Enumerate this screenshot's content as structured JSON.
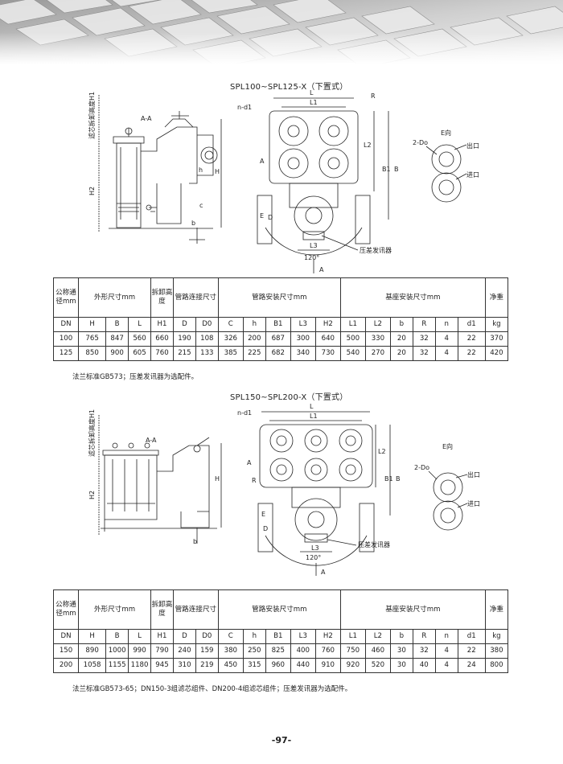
{
  "sections": [
    {
      "title": "SPL100~SPL125-X（下置式）",
      "labels": {
        "filter_height": "滤芯拆卸高度H1",
        "section": "A-A",
        "nd1": "n-d1",
        "L": "L",
        "L1": "L1",
        "L2": "L2",
        "L3": "L3",
        "R": "R",
        "B": "B",
        "B1": "B1",
        "H": "H",
        "H2": "H2",
        "h": "h",
        "c": "c",
        "b": "b",
        "D": "D",
        "E": "E",
        "A": "A",
        "angle": "120°",
        "sensor": "压差发讯器",
        "e_view": "E向",
        "two_do": "2-Do",
        "outlet": "出口",
        "inlet": "进口"
      },
      "table": {
        "group_headers": [
          "公称通径mm",
          "外形尺寸mm",
          "拆卸高度",
          "管路连接尺寸",
          "管路安装尺寸mm",
          "基座安装尺寸mm",
          "净重"
        ],
        "units": [
          "DN",
          "H",
          "B",
          "L",
          "H1",
          "D",
          "D0",
          "C",
          "h",
          "B1",
          "L3",
          "H2",
          "L1",
          "L2",
          "b",
          "R",
          "n",
          "d1",
          "kg"
        ],
        "rows": [
          [
            "100",
            "765",
            "847",
            "560",
            "660",
            "190",
            "108",
            "326",
            "200",
            "687",
            "300",
            "640",
            "500",
            "330",
            "20",
            "32",
            "4",
            "22",
            "370"
          ],
          [
            "125",
            "850",
            "900",
            "605",
            "760",
            "215",
            "133",
            "385",
            "225",
            "682",
            "340",
            "730",
            "540",
            "270",
            "20",
            "32",
            "4",
            "22",
            "420"
          ]
        ]
      },
      "note": "法兰标准GB573；压差发讯器为选配件。"
    },
    {
      "title": "SPL150~SPL200-X（下置式）",
      "labels": {
        "filter_height": "滤芯拆卸高度H1",
        "section": "A-A",
        "nd1": "n-d1",
        "L": "L",
        "L1": "L1",
        "L2": "L2",
        "L3": "L3",
        "R": "R",
        "B": "B",
        "B1": "B1",
        "H": "H",
        "H2": "H2",
        "b": "b",
        "D": "D",
        "E": "E",
        "A": "A",
        "angle": "120°",
        "sensor": "压差发讯器",
        "e_view": "E向",
        "two_do": "2-Do",
        "outlet": "出口",
        "inlet": "进口"
      },
      "table": {
        "group_headers": [
          "公称通径mm",
          "外形尺寸mm",
          "拆卸高度",
          "管路连接尺寸",
          "管路安装尺寸mm",
          "基座安装尺寸mm",
          "净重"
        ],
        "units": [
          "DN",
          "H",
          "B",
          "L",
          "H1",
          "D",
          "D0",
          "C",
          "h",
          "B1",
          "L3",
          "H2",
          "L1",
          "L2",
          "b",
          "R",
          "n",
          "d1",
          "kg"
        ],
        "rows": [
          [
            "150",
            "890",
            "1000",
            "990",
            "790",
            "240",
            "159",
            "380",
            "250",
            "825",
            "400",
            "760",
            "750",
            "460",
            "30",
            "32",
            "4",
            "22",
            "380"
          ],
          [
            "200",
            "1058",
            "1155",
            "1180",
            "945",
            "310",
            "219",
            "450",
            "315",
            "960",
            "440",
            "910",
            "920",
            "520",
            "30",
            "40",
            "4",
            "24",
            "800"
          ]
        ]
      },
      "note": "法兰标准GB573-65；DN150-3组滤芯组件、DN200-4组滤芯组件；压差发讯器为选配件。"
    }
  ],
  "page_number": "-97-"
}
